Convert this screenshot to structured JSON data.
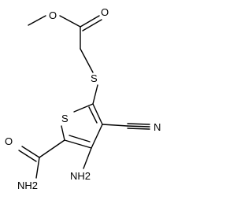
{
  "molecule": {
    "atoms": {
      "o_methoxy": "O",
      "o_carbonyl": "O",
      "s_thioether": "S",
      "s_ring": "S",
      "n_nitrile": "N",
      "o_amide": "O",
      "nh2_amide": "NH2",
      "nh2_amino": "NH2"
    },
    "colors": {
      "ink": "#000000",
      "background": "#ffffff"
    }
  }
}
